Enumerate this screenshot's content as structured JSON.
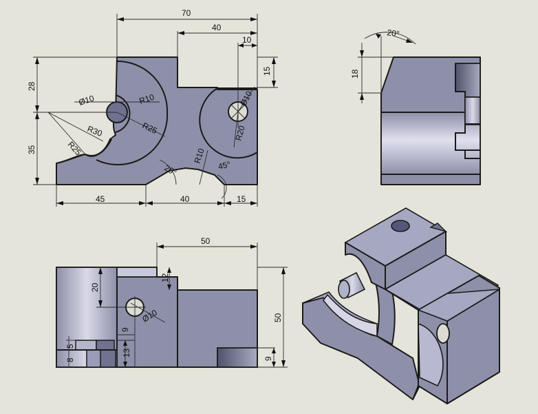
{
  "front_view": {
    "dims": {
      "width_70": "70",
      "width_40": "40",
      "width_10": "10",
      "height_15": "15",
      "height_28": "28",
      "height_35": "35",
      "bottom_45": "45",
      "bottom_40": "40",
      "bottom_15": "15",
      "dia_left": "Ø10",
      "dia_right": "Ø10",
      "r10_top": "R10",
      "r30": "R30",
      "r25_inner": "R25",
      "r25_outer": "R25",
      "r20": "R20",
      "r10_bottom": "R10",
      "angle_20": "20°",
      "angle_45": "45°"
    }
  },
  "side_view": {
    "dims": {
      "angle_20": "20°",
      "height_18": "18"
    }
  },
  "top_view": {
    "dims": {
      "width_50": "50",
      "height_50": "50",
      "height_12": "12",
      "height_20": "20",
      "dia_10": "Ø10",
      "height_9_left": "9",
      "height_13": "13",
      "height_5": "5",
      "height_8": "8",
      "height_9_right": "9"
    }
  },
  "colors": {
    "background": "#e5e4da",
    "part_fill": "#8e90aa",
    "edge": "#1a1a1a"
  }
}
